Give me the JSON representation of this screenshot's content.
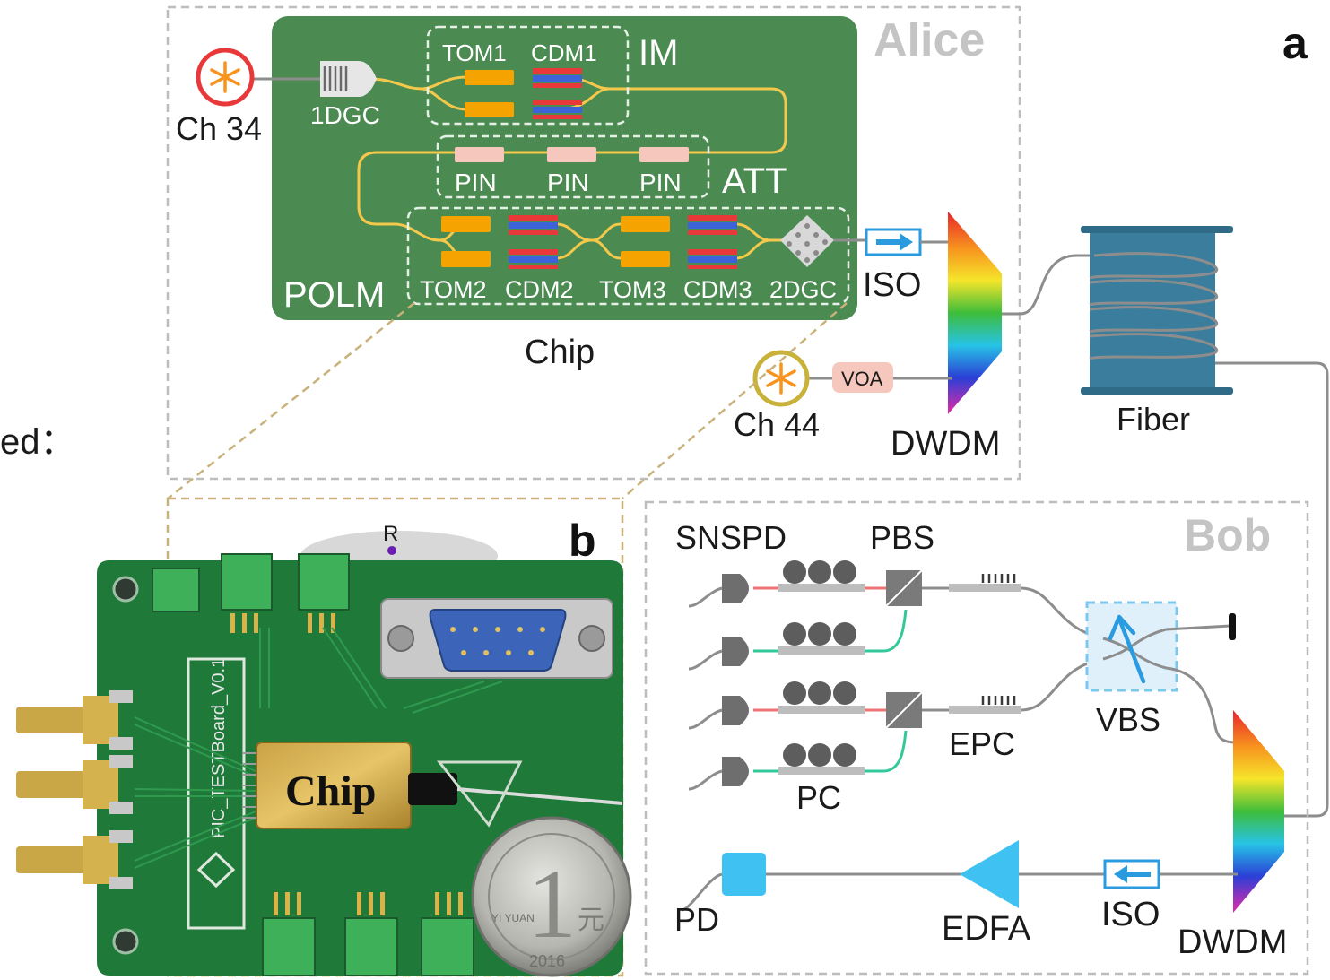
{
  "side_text": "ed：",
  "panel_a": {
    "letter": "a",
    "alice_label": "Alice",
    "chip_caption": "Chip",
    "laser_left": "Ch 34",
    "grating_1d": "1DGC",
    "im_label": "IM",
    "tom1": "TOM1",
    "cdm1": "CDM1",
    "pin_labels": [
      "PIN",
      "PIN",
      "PIN"
    ],
    "att_label": "ATT",
    "polm_label": "POLM",
    "tom2": "TOM2",
    "cdm2": "CDM2",
    "tom3": "TOM3",
    "cdm3": "CDM3",
    "grating_2d": "2DGC",
    "iso": "ISO",
    "laser_right": "Ch 44",
    "voa": "VOA",
    "dwdm": "DWDM",
    "fiber": "Fiber"
  },
  "panel_b": {
    "letter": "b",
    "chip_label": "Chip",
    "board_label": "PIC_TESTBoard_V0.1",
    "mark_r": "R",
    "coin_text": "1",
    "coin_yuan": "元",
    "coin_year": "2016",
    "coin_pinyin": "YI YUAN"
  },
  "panel_bob": {
    "bob_label": "Bob",
    "snspd": "SNSPD",
    "pbs": "PBS",
    "vbs": "VBS",
    "epc": "EPC",
    "pc": "PC",
    "pd": "PD",
    "edfa": "EDFA",
    "iso": "ISO",
    "dwdm": "DWDM"
  },
  "colors": {
    "chip_green": "#4b8a51",
    "tom_orange": "#f5a300",
    "cdm_red": "#e8383a",
    "cdm_blue": "#3d63d8",
    "pin_pink": "#f6c7bc",
    "waveguide_yellow": "#f3c84b",
    "iso_blue": "#2b9be0",
    "fiber_teal": "#3a7d9c",
    "fiber_gray": "#8d8d8d",
    "dash_gray": "#bdbdbd",
    "dash_tan": "#c9b27a",
    "pd_cyan": "#3fc2f2",
    "pcb_green": "#1f7a3a"
  }
}
